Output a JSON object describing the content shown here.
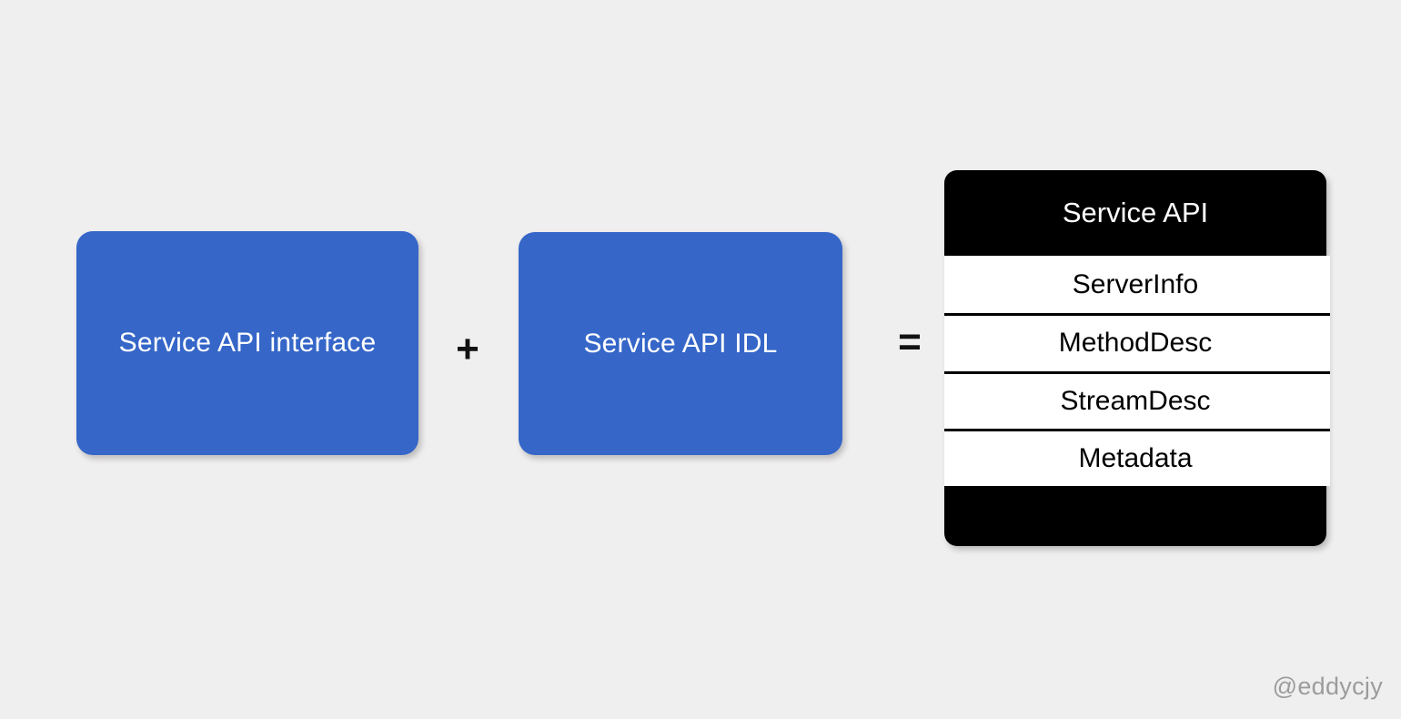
{
  "diagram": {
    "equation": {
      "operands": [
        {
          "id": "service-api-interface",
          "label": "Service API interface",
          "color": "#3566c8"
        },
        {
          "id": "service-api-idl",
          "label": "Service API IDL",
          "color": "#3566c8"
        }
      ],
      "operators": {
        "plus": "+",
        "equals": "="
      },
      "result": {
        "id": "service-api",
        "header": "Service API",
        "header_background": "#000000",
        "header_color": "#ffffff",
        "rows": [
          {
            "label": "ServerInfo"
          },
          {
            "label": "MethodDesc"
          },
          {
            "label": "StreamDesc"
          },
          {
            "label": "Metadata"
          }
        ]
      }
    },
    "background_color": "#f0efef",
    "watermark": "@eddycjy"
  }
}
